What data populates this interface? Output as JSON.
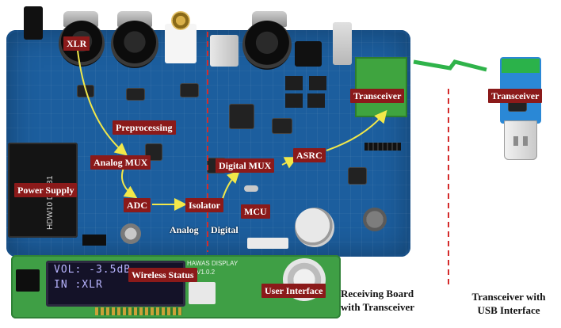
{
  "labels": {
    "xlr": "XLR",
    "preprocessing": "Preprocessing",
    "analog_mux": "Analog MUX",
    "power_supply": "Power Supply",
    "adc": "ADC",
    "isolator": "Isolator",
    "mcu": "MCU",
    "digital_mux": "Digital MUX",
    "asrc": "ASRC",
    "transceiver_board": "Transceiver",
    "transceiver_usb": "Transceiver",
    "analog": "Analog",
    "digital": "Digital",
    "wireless_status": "Wireless Status",
    "user_interface": "User Interface"
  },
  "captions": {
    "receiving_line1": "Receiving Board",
    "receiving_line2": "with Transceiver",
    "usb_line1": "Transceiver with",
    "usb_line2": "USB Interface"
  },
  "display": {
    "line1": "VOL: -3.5dB",
    "line2": "IN :XLR",
    "silk_name": "HAWAS  DISPLAY",
    "silk_version": "V1.0.2"
  },
  "psu_marking": "HDW10  D15B1",
  "colors": {
    "label_bg": "#8b1a1a",
    "arrow": "#f2e84a",
    "divider": "#d42a2a",
    "wireless_bolt": "#2fb34a",
    "pcb": "#1c5e9e",
    "ui_board": "#3f9f45"
  }
}
